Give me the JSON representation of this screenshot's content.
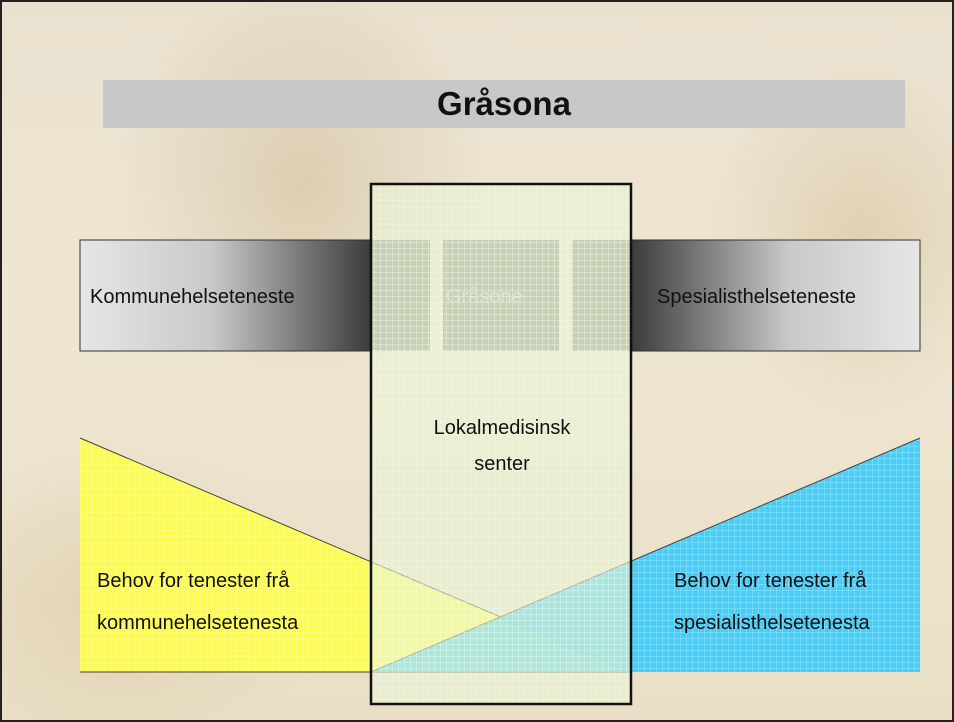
{
  "slide": {
    "title": "Gråsona",
    "bands": {
      "left_label": "Kommunehelseteneste",
      "right_label": "Spesialisthelseteneste",
      "middle_label": "Gråsone"
    },
    "center_box": {
      "line1": "Lokalmedisinsk",
      "line2": "senter"
    },
    "left_need": {
      "line1": "Behov for tenester frå",
      "line2": "kommunehelsetenesta"
    },
    "right_need": {
      "line1": "Behov for tenester frå",
      "line2": "spesialisthelsetenesta"
    }
  },
  "colors": {
    "title_bar": "#c8c8c8",
    "band_light": "#e4e4e4",
    "band_dark": "#3a3a3a",
    "center_box_fill": "#e8f5d0",
    "left_triangle": "#ffff40",
    "right_triangle": "#33ccff"
  }
}
